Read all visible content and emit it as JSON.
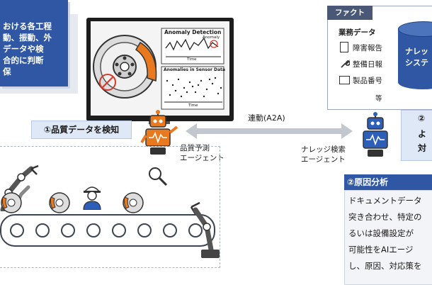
{
  "left_callout": {
    "lines": [
      "おける各工程",
      "動、振動、外",
      "データや検",
      "合的に判断",
      "保"
    ]
  },
  "monitor": {
    "panel1_title": "Anomaly Detection",
    "panel1_marker": "Anomaly",
    "panel1_xlabel": "Time",
    "panel2_title": "Anomalies in Sensor Data",
    "panel2_xlabel": "Time"
  },
  "fact": {
    "tag": "ファクト",
    "heading": "業務データ",
    "items": [
      {
        "icon": "document-icon",
        "label": "障害報告"
      },
      {
        "icon": "wrench-icon",
        "label": "整備日報"
      },
      {
        "icon": "id-card-icon",
        "label": "製品番号"
      }
    ],
    "etc": "等",
    "db_lines": [
      "ナレッ",
      "システ"
    ]
  },
  "step1": {
    "label": "①品質データを検知"
  },
  "quality_agent": {
    "lines": [
      "品質予測",
      "エージェント"
    ]
  },
  "link": {
    "label": "連動(A2A)"
  },
  "knowledge_agent": {
    "lines": [
      "ナレッジ検索",
      "エージェント"
    ]
  },
  "step_right": {
    "lines": [
      "②",
      "よ",
      "対"
    ]
  },
  "cause": {
    "title": "②原因分析",
    "lines": [
      "ドキュメントデータ",
      "突き合わせ、特定の",
      "るいは設備設定が",
      "可能性をAIエージ",
      "し、原因、対応策を"
    ]
  },
  "colors": {
    "primary": "#2f57a3",
    "robot_orange": "#e8791e",
    "robot_blue": "#2d5fb8",
    "light_blue": "#dfe8f7"
  }
}
